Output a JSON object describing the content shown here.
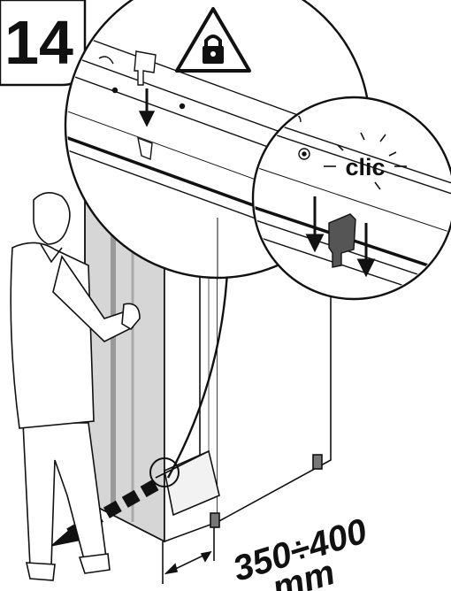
{
  "step": {
    "number": "14"
  },
  "callout": {
    "sound_text": "clic"
  },
  "dimension": {
    "range": "350÷400",
    "unit": "mm"
  },
  "icons": {
    "warning": "warning-triangle-icon",
    "lock": "lock-icon",
    "push_arrow": "arrow-down-icon",
    "pull_arrow": "arrow-left-down-icon"
  },
  "colors": {
    "ink": "#111111",
    "panel": "#d6d6d6",
    "clip": "#555555",
    "background": "#ffffff"
  }
}
